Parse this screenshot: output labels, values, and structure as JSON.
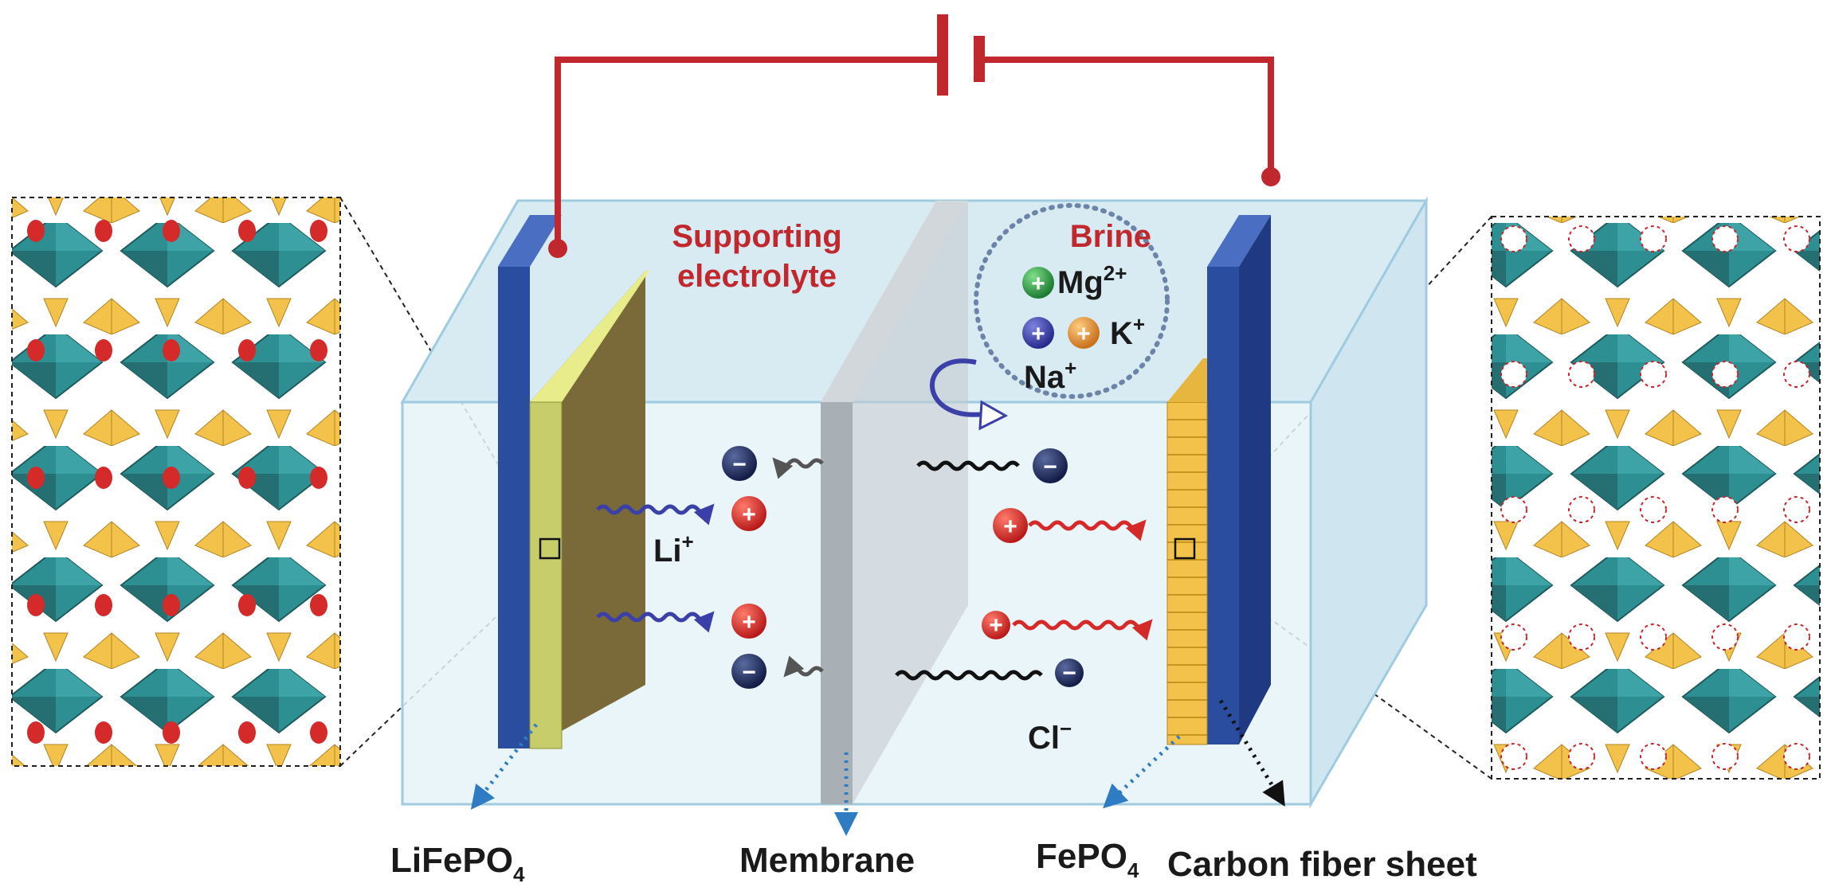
{
  "labels": {
    "supporting_line1": "Supporting",
    "supporting_line2": "electrolyte",
    "brine": "Brine",
    "li_base": "Li",
    "li_sup": "+",
    "mg_base": "Mg",
    "mg_sup": "2+",
    "k_base": "K",
    "k_sup": "+",
    "na_base": "Na",
    "na_sup": "+",
    "cl_base": "Cl",
    "cl_sup": "−"
  },
  "bottom_labels": {
    "lifepo4_base": "LiFePO",
    "lifepo4_sub": "4",
    "membrane": "Membrane",
    "fepo4_base": "FePO",
    "fepo4_sub": "4",
    "carbon_fiber": "Carbon fiber sheet"
  },
  "signs": {
    "plus": "+",
    "minus": "−"
  },
  "icons": [
    "battery-symbol-icon",
    "curved-arrow-icon",
    "wavy-arrow-icon",
    "dotted-arrow-icon"
  ],
  "colors": {
    "wire": "#c0282e",
    "electrode": "#2b4da0",
    "cation": "#d42a2a",
    "anion": "#1e2a5a",
    "mg_ion": "#2e9e4a",
    "na_ion": "#3a3fa0",
    "k_ion": "#e08a25",
    "lattice_teal": "#2e8f93",
    "lattice_yellow": "#f3c24a"
  }
}
